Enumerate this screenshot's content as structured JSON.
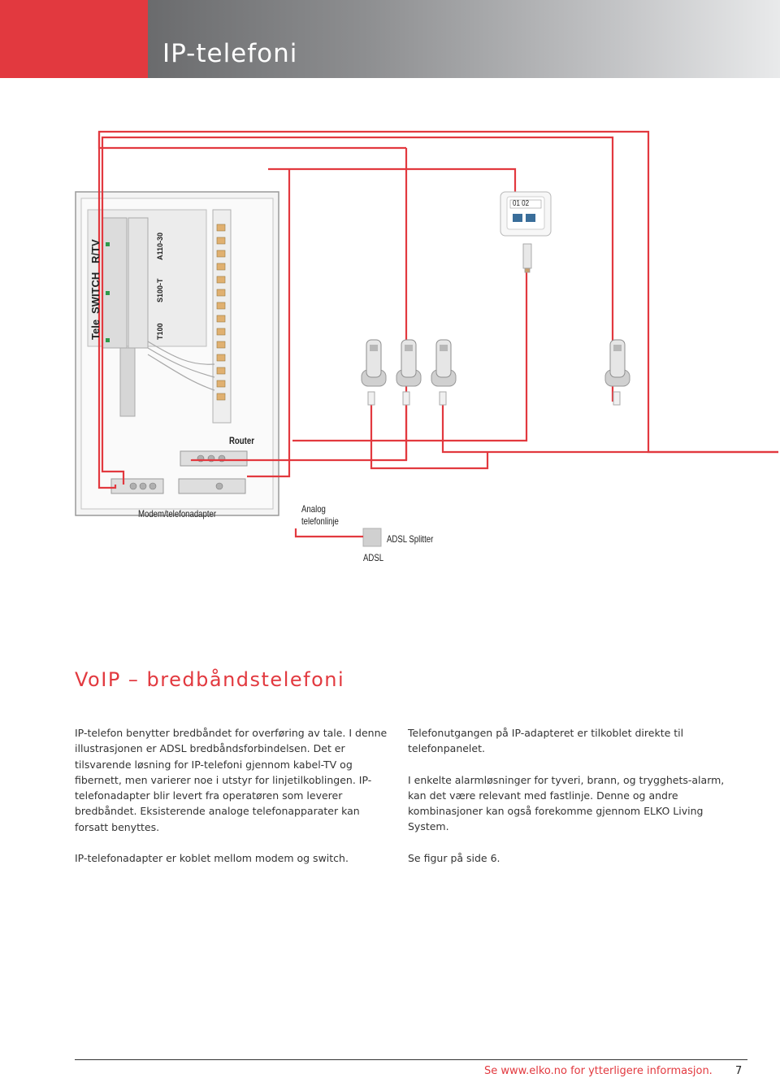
{
  "header": {
    "title": "IP-telefoni",
    "accent_color": "#e2393f"
  },
  "diagram": {
    "labels": {
      "rtv": "R/TV",
      "switch": "SWITCH",
      "tele": "Tele",
      "a110": "A110-30",
      "s100": "S100-T",
      "t100": "T100",
      "router": "Router",
      "modem": "Modem/telefonadapter",
      "analog_line1": "Analog",
      "analog_line2": "telefonlinje",
      "adsl_splitter": "ADSL Splitter",
      "adsl": "ADSL",
      "outlet_ports": "01 02"
    },
    "wire_color": "#e2393f",
    "icons": [
      "network-outlet-icon",
      "phone-icon",
      "rj45-plug-icon"
    ]
  },
  "section": {
    "title": "VoIP – bredbåndstelefoni"
  },
  "left_column": [
    "IP-telefon benytter bredbåndet for overføring av tale. I denne illustrasjonen er ADSL bredbåndsforbindelsen. Det er tilsvarende løsning for IP-telefoni gjennom kabel-TV og fibernett, men varierer noe i utstyr for linjetilkoblingen. IP-telefonadapter blir levert fra operatøren som leverer bredbåndet. Eksisterende analoge telefonapparater kan forsatt benyttes.",
    "IP-telefonadapter er koblet mellom modem og switch."
  ],
  "right_column": [
    "Telefonutgangen på IP-adapteret er tilkoblet direkte til telefonpanelet.",
    "I enkelte alarmløsninger for tyveri, brann, og trygghets-alarm, kan det være relevant med fastlinje. Denne og andre kombinasjoner kan også forekomme gjennom ELKO Living System.",
    "Se figur på side 6."
  ],
  "footer": {
    "link_text": "Se www.elko.no for ytterligere informasjon.",
    "page_number": "7"
  }
}
